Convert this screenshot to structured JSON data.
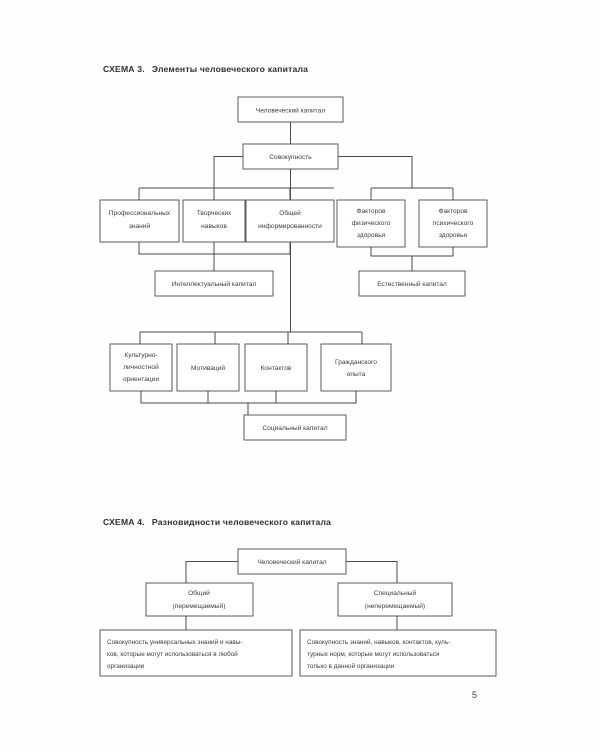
{
  "page": {
    "number": "5",
    "background": "#fefefe",
    "ink": "#3c3c3c",
    "line_color": "#4a4a4a"
  },
  "scheme3": {
    "label": "СХЕМА 3.",
    "title": "Элементы человеческого капитала",
    "nodes": {
      "root": "Человеческий капитал",
      "aggregate": "Совокупность",
      "prof": [
        "Профессиональных",
        "знаний"
      ],
      "creative": [
        "Творческих",
        "навыков"
      ],
      "info": [
        "Общей",
        "информированности"
      ],
      "physical": [
        "Факторов",
        "физического",
        "здоровья"
      ],
      "psychic": [
        "Факторов",
        "психического",
        "здоровья"
      ],
      "intellectual": "Интеллектуальный капитал",
      "natural": "Естественный капитал",
      "culture": [
        "Культурно-",
        "личностной",
        "ориентации"
      ],
      "motivation": "Мотиваций",
      "contacts": "Контактов",
      "civil": [
        "Гражданского",
        "опыта"
      ],
      "social": "Социальный капитал"
    }
  },
  "scheme4": {
    "label": "СХЕМА 4.",
    "title": "Разновидности человеческого капитала",
    "nodes": {
      "root": "Человеческий капитал",
      "general": [
        "Общий",
        "(перемещаемый)"
      ],
      "special": [
        "Специальный",
        "(неперемещаемый)"
      ],
      "general_desc": [
        "Совокупность универсальных знаний и навы-",
        "ков, которые могут использоваться в любой",
        "организации"
      ],
      "special_desc": [
        "Совокупность знаний, навыков, контактов, куль-",
        "турных норм, которые могут использоваться",
        "только в данной организации"
      ]
    }
  }
}
